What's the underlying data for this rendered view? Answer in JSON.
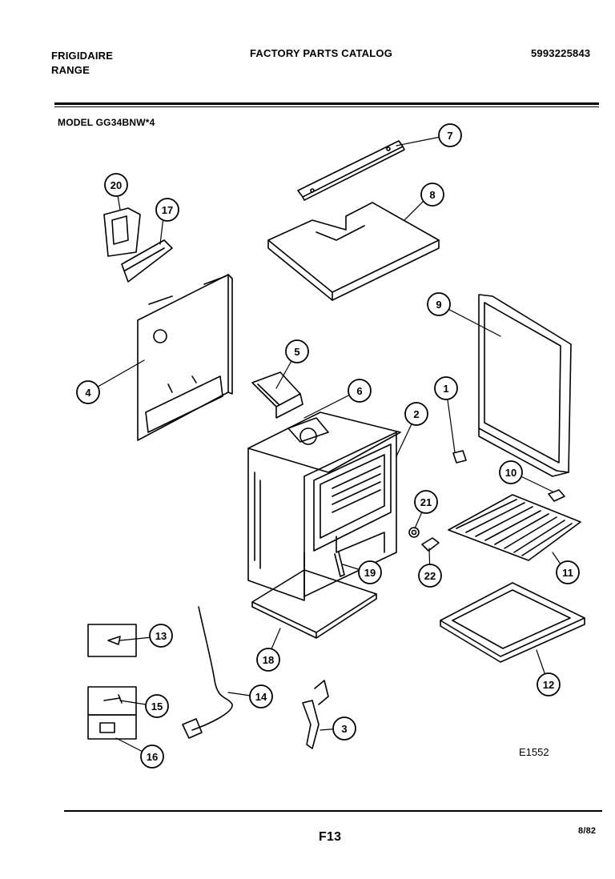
{
  "header": {
    "brand": "FRIGIDAIRE",
    "product": "RANGE",
    "catalog_title": "FACTORY PARTS CATALOG",
    "catalog_number": "5993225843",
    "model": "MODEL  GG34BNW*4"
  },
  "diagram": {
    "figure_id": "E1552",
    "callouts": [
      "1",
      "2",
      "3",
      "4",
      "5",
      "6",
      "7",
      "8",
      "9",
      "10",
      "11",
      "12",
      "13",
      "14",
      "15",
      "16",
      "17",
      "18",
      "19",
      "20",
      "21",
      "22"
    ]
  },
  "footer": {
    "page": "F13",
    "date": "8/82"
  }
}
